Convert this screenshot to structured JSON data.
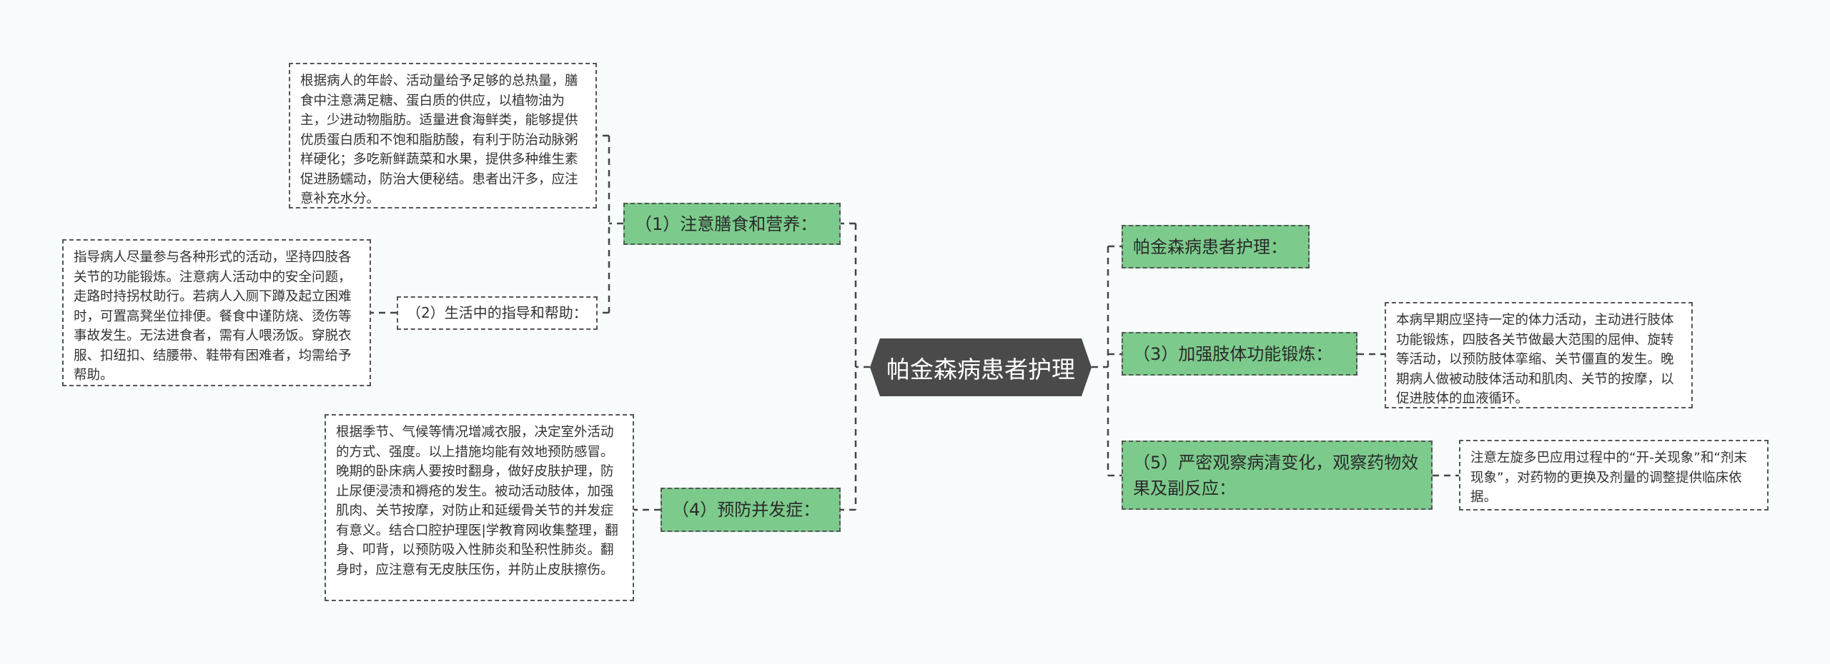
{
  "root": {
    "label": "帕金森病患者护理"
  },
  "left_branches": [
    {
      "label": "（1）注意膳食和营养：",
      "detail": "根据病人的年龄、活动量给予足够的总热量，膳食中注意满足糖、蛋白质的供应，以植物油为主，少进动物脂肪。适量进食海鲜类，能够提供优质蛋白质和不饱和脂肪酸，有利于防治动脉粥样硬化；多吃新鲜蔬菜和水果，提供多种维生素促进肠蠕动，防治大便秘结。患者出汗多，应注意补充水分。",
      "sub": {
        "label": "（2）生活中的指导和帮助：",
        "detail": "指导病人尽量参与各种形式的活动，坚持四肢各关节的功能锻炼。注意病人活动中的安全问题，走路时持拐杖助行。若病人入厕下蹲及起立困难时，可置高凳坐位排便。餐食中谨防烧、烫伤等事故发生。无法进食者，需有人喂汤饭。穿脱衣服、扣纽扣、结腰带、鞋带有困难者，均需给予帮助。"
      }
    },
    {
      "label": "（4）预防并发症：",
      "detail": "根据季节、气候等情况增减衣服，决定室外活动的方式、强度。以上措施均能有效地预防感冒。晚期的卧床病人要按时翻身，做好皮肤护理，防止尿便浸渍和褥疮的发生。被动活动肢体，加强肌肉、关节按摩，对防止和延缓骨关节的并发症有意义。结合口腔护理医|学教育网收集整理，翻身、叩背，以预防吸入性肺炎和坠积性肺炎。翻身时，应注意有无皮肤压伤，并防止皮肤擦伤。"
    }
  ],
  "right_branches": [
    {
      "label": "帕金森病患者护理："
    },
    {
      "label": "（3）加强肢体功能锻炼：",
      "detail": "本病早期应坚持一定的体力活动，主动进行肢体功能锻炼，四肢各关节做最大范围的屈伸、旋转等活动，以预防肢体挛缩、关节僵直的发生。晚期病人做被动肢体活动和肌肉、关节的按摩，以促进肢体的血液循环。"
    },
    {
      "label": "（5）严密观察病清变化，观察药物效果及副反应：",
      "detail": "注意左旋多巴应用过程中的“开-关现象”和“剂末现象”，对药物的更换及剂量的调整提供临床依据。"
    }
  ],
  "colors": {
    "node_green": "#7ccb8c",
    "root_bg": "#4a4a4a",
    "background": "#f8fcfd"
  }
}
